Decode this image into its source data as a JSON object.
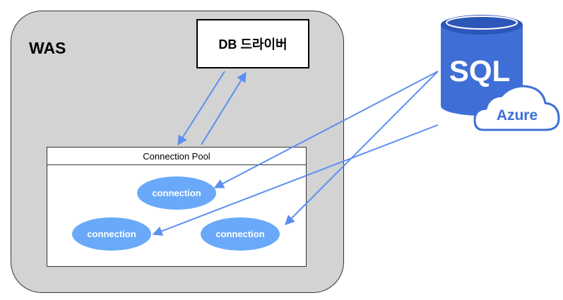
{
  "was": {
    "label": "WAS"
  },
  "driver": {
    "label": "DB 드라이버"
  },
  "pool": {
    "title": "Connection Pool",
    "connections": [
      "connection",
      "connection",
      "connection"
    ]
  },
  "database": {
    "logo_text": "SQL",
    "badge_text": "Azure",
    "colors": {
      "cylinder": "#3f6fd6",
      "cylinder_top": "#2c56b8",
      "badge_stroke": "#3f6fd6"
    }
  },
  "colors": {
    "was_bg": "#d3d3d3",
    "connection_fill": "#6aa9f9",
    "arrow": "#5b8ff0"
  }
}
